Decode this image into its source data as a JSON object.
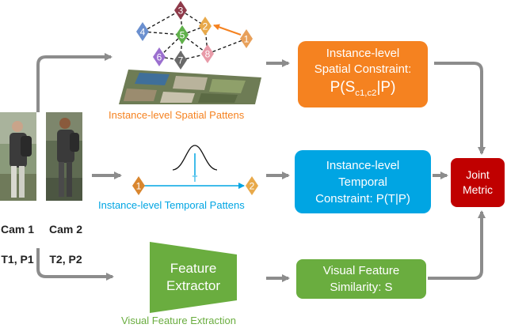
{
  "colors": {
    "spatial": "#f58220",
    "temporal": "#00a5e3",
    "visual": "#6aad3f",
    "metric": "#c00000",
    "connector": "#8c8c8c"
  },
  "cameras": [
    {
      "name": "Cam 1",
      "info": "T1, P1"
    },
    {
      "name": "Cam 2",
      "info": "T2, P2"
    }
  ],
  "spatial": {
    "caption": "Instance-level Spatial Pattens",
    "nodes": [
      "1",
      "2",
      "3",
      "4",
      "5",
      "6",
      "7",
      "8"
    ],
    "constraint_line1": "Instance-level",
    "constraint_line2": "Spatial Constraint:",
    "formula_prefix": "P(S",
    "formula_sub": "c1,c2",
    "formula_suffix": "|P)"
  },
  "temporal": {
    "caption": "Instance-level Temporal Pattens",
    "node_start": "1",
    "node_end": "2",
    "time_label": "T",
    "constraint": "Instance-level\nTemporal\nConstraint: P(T|P)"
  },
  "visual": {
    "extractor": "Feature\nExtractor",
    "caption": "Visual Feature Extraction",
    "similarity": "Visual Feature\nSimilarity: S"
  },
  "metric": "Joint\nMetric"
}
